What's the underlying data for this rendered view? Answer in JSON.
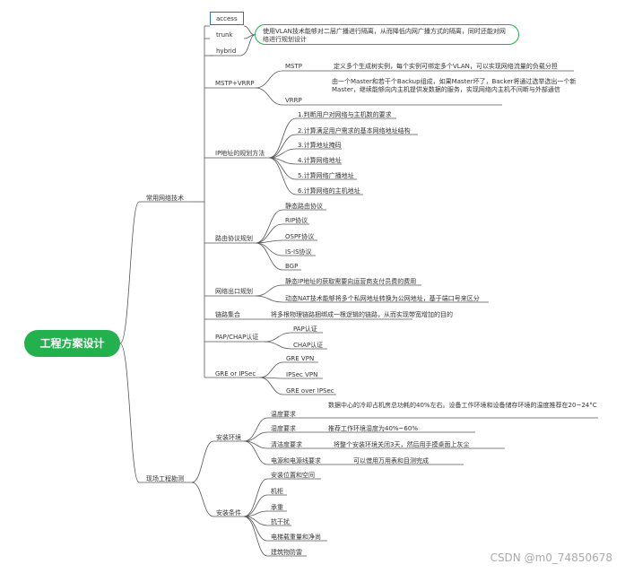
{
  "root": "工程方案设计",
  "branches": {
    "b1": "常用网络技术",
    "b2": "现场工程勘测"
  },
  "vlan": {
    "access": "access",
    "trunk": "trunk",
    "hybrid": "hybrid",
    "note": "使用VLAN技术能够对二层广播进行隔离，从而降低内网广播方式的隔离，同时还能对网络进行规划设计"
  },
  "mstp": {
    "label": "MSTP+VRRP",
    "mstp": "MSTP",
    "mstp_desc": "定义多个生成树实例，每个实例可绑定多个VLAN，可以实现网络流量的负载分担",
    "vrrp": "VRRP",
    "vrrp_desc": "由一个Master和若干个Backup组成，如果Master坏了，Backer将通过选举选出一个新Master，继续能够向内主机提供发数据的服务，实现网络内主机不间断与外部通信"
  },
  "ip": {
    "label": "IP地址的规划方法",
    "items": [
      "1.判断用户对网络与主机数的要求",
      "2.计算满足用户需求的基本网络地址结构",
      "3.计算地址掩码",
      "4.计算网络地址",
      "5.计算网络广播地址",
      "6.计算网络的主机地址"
    ]
  },
  "routing": {
    "label": "路由协议规划",
    "items": [
      "静态路由协议",
      "RIP协议",
      "OSPF协议",
      "IS-IS协议",
      "BGP"
    ]
  },
  "exit": {
    "label": "网络出口规划",
    "items": [
      "静态IP地址的获取需要向运营商支付员费的费用",
      "动态NAT技术能够将多个私网地址转换为公网地址，基于端口号来区分"
    ]
  },
  "agg": {
    "label": "链路集合",
    "desc": "将多根物理链路捆绑成一根逻辑的链路，从而实现带宽增加的目的"
  },
  "pap": {
    "label": "PAP/CHAP认证",
    "items": [
      "PAP认证",
      "CHAP认证"
    ]
  },
  "gre": {
    "label": "GRE or IPSec",
    "items": [
      "GRE VPN",
      "IPSec VPN",
      "GRE over IPSec"
    ]
  },
  "env": {
    "label": "安装环境",
    "items": [
      {
        "k": "温度要求",
        "v": "数据中心的冷却占机房总功耗的40%左右。设备工作环境和设备储存环境的温度推荐在20~24°C"
      },
      {
        "k": "湿度要求",
        "v": "推荐工作环境湿度为40%~60%"
      },
      {
        "k": "清洁度要求",
        "v": "将整个安装环境关闭3天，然后用手摸桌面上灰尘"
      },
      {
        "k": "电源和电源线要求",
        "v": "可以借用万用表和目测完成"
      }
    ]
  },
  "cond": {
    "label": "安装条件",
    "items": [
      "安装位置和空间",
      "机柜",
      "承重",
      "抗干扰",
      "电梯载重量和净尚",
      "建筑物防雷"
    ]
  },
  "watermark": "CSDN @m0_74850678"
}
